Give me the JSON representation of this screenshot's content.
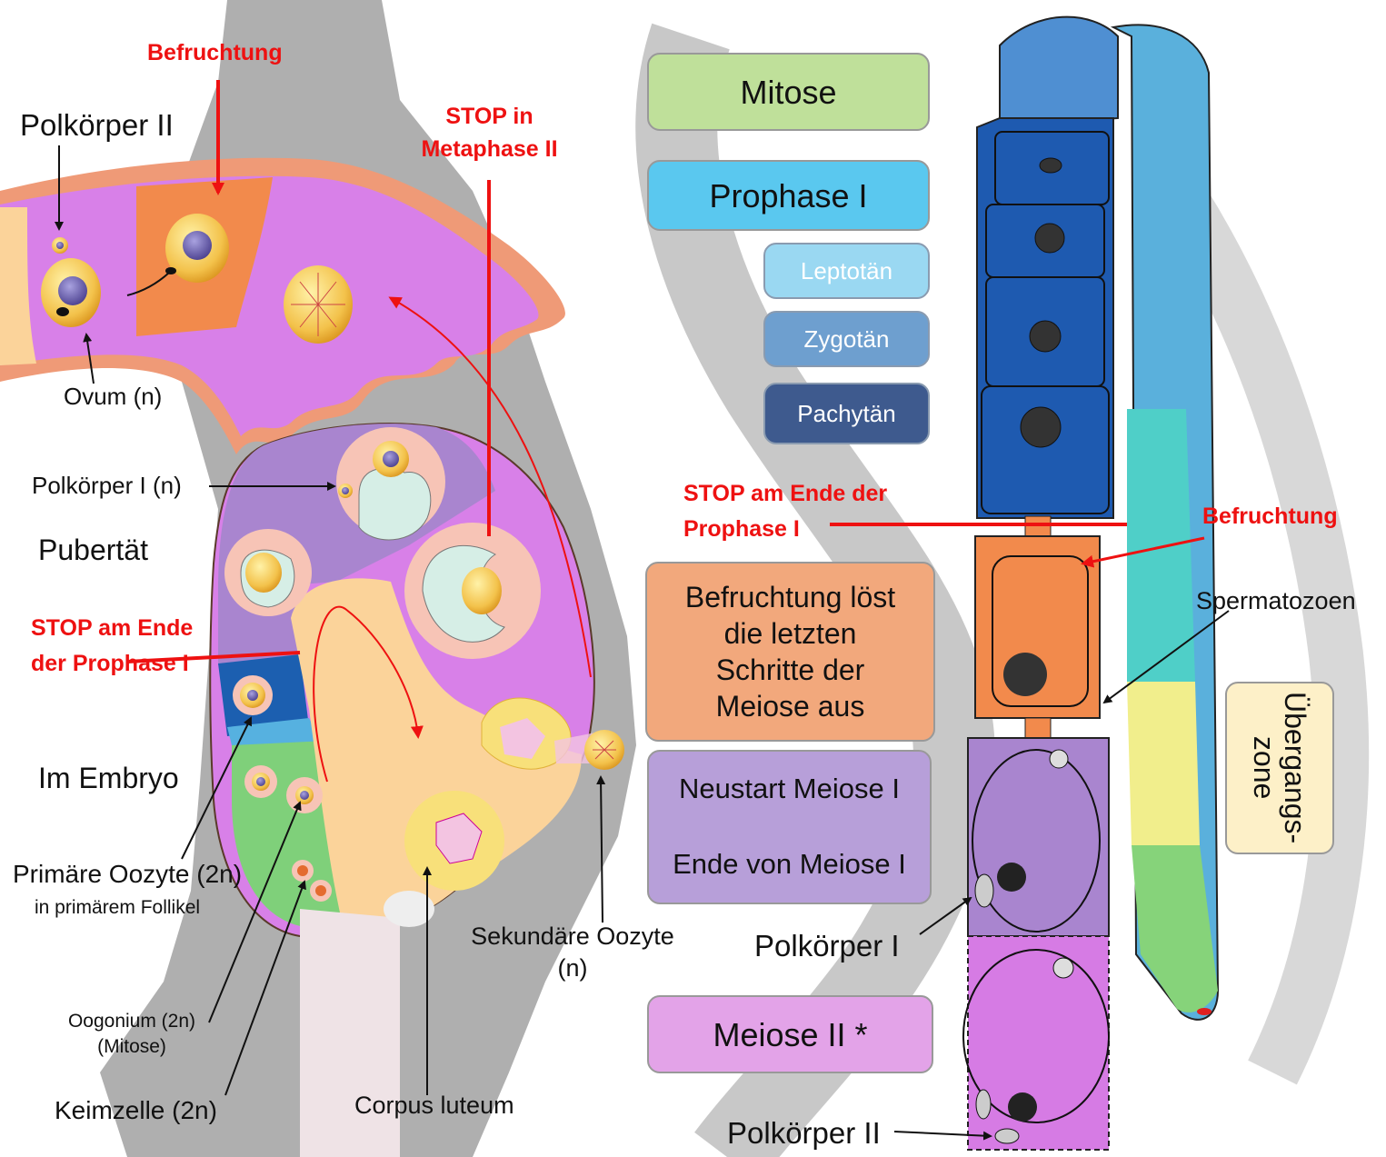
{
  "labels": {
    "befruchtung_top": "Befruchtung",
    "polkoerper2_left": "Polkörper II",
    "stop_metaphase": "STOP in Metaphase II",
    "ovum": "Ovum (n)",
    "polkoerper1_n": "Polkörper I (n)",
    "pubertaet": "Pubertät",
    "stop_prophase_left": "STOP am Ende der Prophase I",
    "im_embryo": "Im Embryo",
    "primaere_oozyte": "Primäre Oozyte (2n)",
    "primaere_oozyte_sub": "in primärem Follikel",
    "oogonium": "Oogonium (2n) (Mitose)",
    "keimzelle": "Keimzelle (2n)",
    "corpus_luteum": "Corpus luteum",
    "sekundaere_oozyte": "Sekundäre Oozyte (n)",
    "stop_prophase_right": "STOP am Ende der Prophase I",
    "befruchtung_right": "Befruchtung",
    "spermatozoen": "Spermatozoen",
    "polkoerper1_right": "Polkörper I",
    "polkoerper2_right": "Polkörper II"
  },
  "boxes": {
    "mitose": "Mitose",
    "prophase": "Prophase I",
    "leptotaen": "Leptotän",
    "zygotaen": "Zygotän",
    "pachytaen": "Pachytän",
    "befruchtung_loest": "Befruchtung löst die letzten Schritte der Meiose aus",
    "neustart": "Neustart Meiose I",
    "ende_meiose": "Ende von Meiose I",
    "meiose2": "Meiose II *",
    "uebergangszone": "Übergangs- zone"
  },
  "colors": {
    "mitose": "#bfe09a",
    "prophase": "#5ac8ef",
    "leptotaen": "#9ad8f2",
    "zygotaen": "#6e9fcf",
    "pachytaen": "#3e5a8e",
    "befruchtung": "#f2a87c",
    "meiose1": "#b79fd9",
    "meiose2": "#e3a3e8",
    "uebergang": "#fdf0c8",
    "stop_red": "#ee1111"
  }
}
